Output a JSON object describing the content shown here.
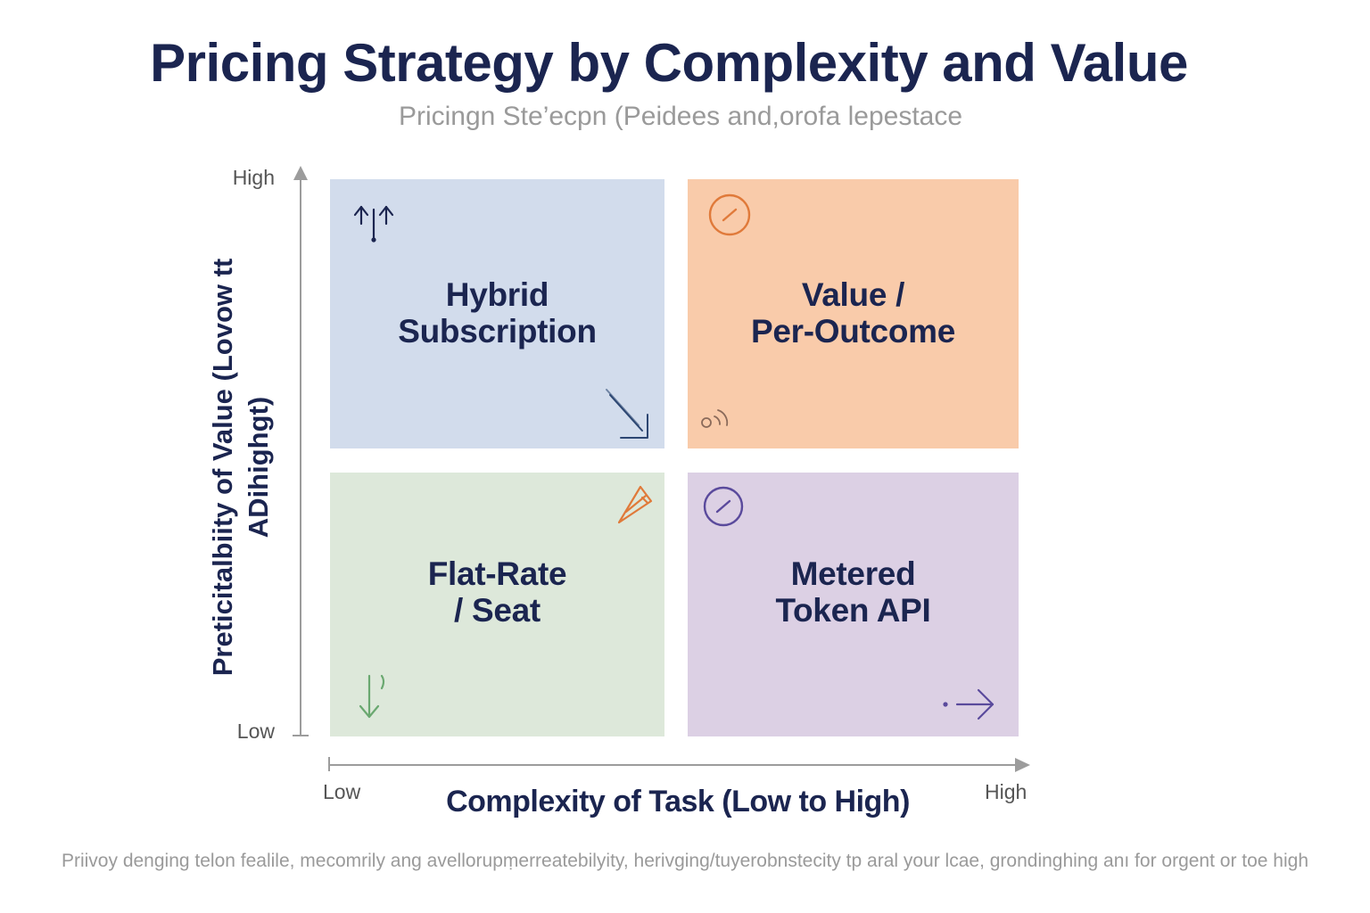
{
  "title": "Pricing Strategy by Complexity and Value",
  "subtitle": "Pricingn Ste’ecpn (Peidees and,orofa lepestace",
  "y_axis": {
    "label": "Preticitalbiity of Value (Lovow tt ADihighgt)",
    "high": "High",
    "low": "Low"
  },
  "x_axis": {
    "label": "Complexity of Task (Low to High)",
    "low": "Low",
    "high": "High"
  },
  "quadrants": {
    "top_left": {
      "label": "Hybrid\nSubscription",
      "color": "#d2dcec",
      "icons": [
        "double-up-arrow-icon",
        "diagonal-down-arrow-icon"
      ]
    },
    "top_right": {
      "label": "Value /\nPer-Outcome",
      "color": "#f9cbaa",
      "icons": [
        "circle-slash-icon",
        "signal-wave-icon"
      ]
    },
    "bottom_left": {
      "label": "Flat-Rate\n/ Seat",
      "color": "#dde8da",
      "icons": [
        "pencil-tip-icon",
        "down-arrow-icon"
      ]
    },
    "bottom_right": {
      "label": "Metered\nToken API",
      "color": "#dcd0e4",
      "icons": [
        "circle-slash-icon",
        "right-arrow-icon"
      ]
    }
  },
  "footnote": "Priivoy denging telon fealile, mecomrily ang avellorupṃerreatebilyity, herivging/tuyerobnstecity tp aral your lcae, grondinghing anı for orgent or toe high"
}
